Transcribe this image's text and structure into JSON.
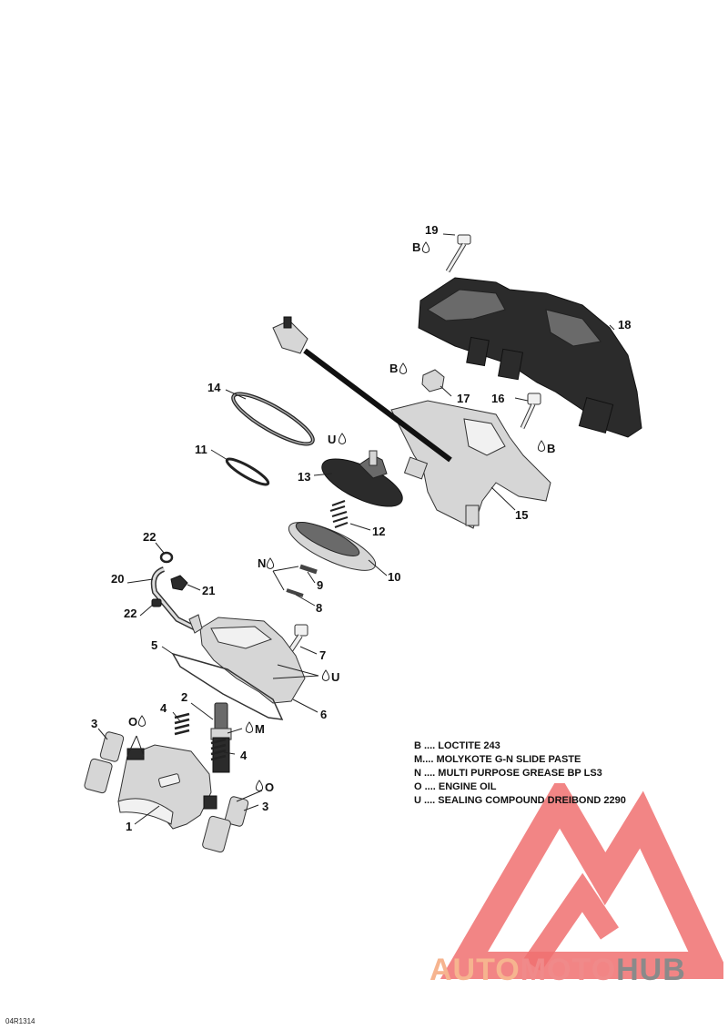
{
  "document_code": "04R1314",
  "callouts": [
    "1",
    "2",
    "3",
    "3",
    "4",
    "4",
    "5",
    "6",
    "7",
    "8",
    "9",
    "10",
    "11",
    "12",
    "13",
    "14",
    "15",
    "16",
    "17",
    "18",
    "19",
    "20",
    "21",
    "22",
    "22"
  ],
  "compound_markers": {
    "part19": "B",
    "part17": "B",
    "part16": "B",
    "part13": "U",
    "part9": "N",
    "part6": "U",
    "part2": "M",
    "part3_left": "O",
    "part3_right": "O"
  },
  "legend": [
    {
      "text": "B .... LOCTITE 243"
    },
    {
      "text": "M.... MOLYKOTE G-N SLIDE PASTE"
    },
    {
      "text": "N .... MULTI PURPOSE GREASE BP LS3"
    },
    {
      "text": "O .... ENGINE OIL"
    },
    {
      "text": "U .... SEALING COMPOUND DREIBOND 2290"
    }
  ],
  "watermark": {
    "brand_part1": "AUTO",
    "brand_part2": "MOTO",
    "brand_part3": "HUB",
    "colors": {
      "auto": "#f6b48f",
      "moto": "#f08a8a",
      "hub": "#8a8a8a",
      "logo": "#f07070"
    }
  }
}
